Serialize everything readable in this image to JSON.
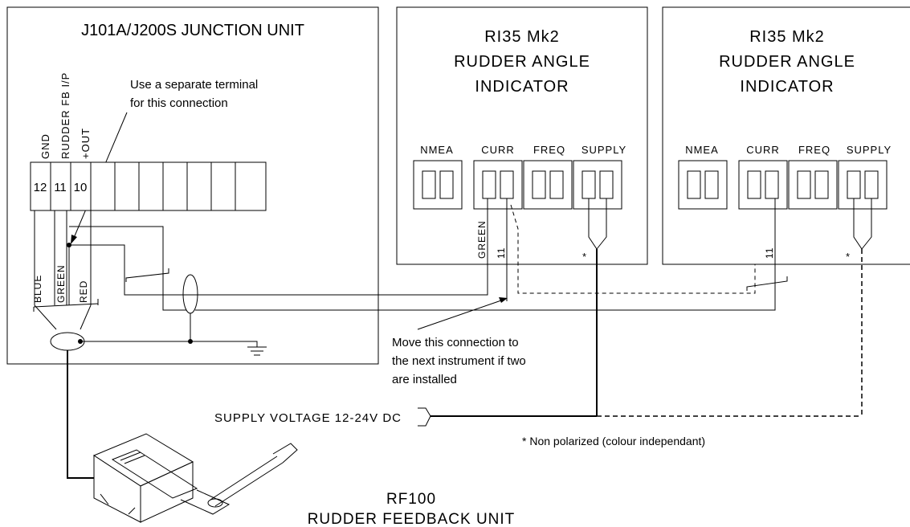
{
  "junction": {
    "title": "J101A/J200S JUNCTION UNIT",
    "terminal_labels": [
      "GND",
      "RUDDER FB I/P",
      "+OUT"
    ],
    "terminal_numbers": [
      "12",
      "11",
      "10"
    ],
    "note": [
      "Use a separate terminal",
      "for this connection"
    ],
    "wire_labels": [
      "BLUE",
      "GREEN",
      "RED"
    ]
  },
  "indicators": [
    {
      "name_lines": [
        "RI35 Mk2",
        "RUDDER ANGLE",
        "INDICATOR"
      ],
      "connectors": [
        "NMEA",
        "CURR",
        "FREQ",
        "SUPPLY"
      ],
      "wire_labels": [
        "GREEN",
        "11"
      ],
      "asterisk": "*"
    },
    {
      "name_lines": [
        "RI35 Mk2",
        "RUDDER ANGLE",
        "INDICATOR"
      ],
      "connectors": [
        "NMEA",
        "CURR",
        "FREQ",
        "SUPPLY"
      ],
      "wire_labels": [
        "11"
      ],
      "asterisk": "*"
    }
  ],
  "move_note": [
    "Move this connection to",
    "the next instrument if two",
    "are installed"
  ],
  "supply_label": "SUPPLY VOLTAGE 12-24V DC",
  "nonpolar_note": "*  Non polarized (colour independant)",
  "feedback_unit": [
    "RF100",
    "RUDDER FEEDBACK UNIT"
  ]
}
